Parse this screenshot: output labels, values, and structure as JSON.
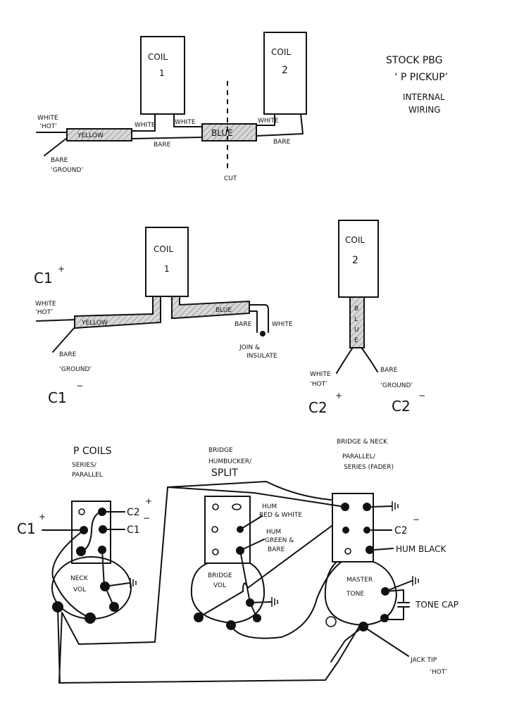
{
  "title": {
    "line1": "STOCK PBG",
    "line2": "‘ P PICKUP’",
    "line3": "INTERNAL",
    "line4": "WIRING"
  },
  "stock": {
    "coil1": {
      "label": "COIL",
      "num": "1"
    },
    "coil2": {
      "label": "COIL",
      "num": "2"
    },
    "yellow": "YELLOW",
    "blue": "BLUE",
    "white_hot_1": "WHITE",
    "white_hot_2": "‘HOT’",
    "bare_ground_1": "BARE",
    "bare_ground_2": "‘GROUND’",
    "white_a": "WHITE",
    "white_b": "WHITE",
    "white_c": "WHITE",
    "bare_a": "BARE",
    "bare_b": "BARE",
    "cut": "CUT"
  },
  "split": {
    "coil1": {
      "label": "COIL",
      "num": "1"
    },
    "coil2": {
      "label": "COIL",
      "num": "2"
    },
    "c1_plus": "C1",
    "c1_minus": "C1",
    "c2_plus": "C2",
    "c2_minus": "C2",
    "plus": "+",
    "minus": "−",
    "white_hot_1": "WHITE",
    "white_hot_2": "‘HOT’",
    "bare_ground_1": "BARE",
    "bare_ground_2": "‘GROUND’",
    "yellow": "YELLOW",
    "blue": "BLUE",
    "blue_vertical": [
      "B",
      "L",
      "U",
      "E"
    ],
    "bare": "BARE",
    "white": "WHITE",
    "join_1": "JOIN &",
    "join_2": "INSULATE",
    "c2_white_1": "WHITE",
    "c2_white_2": "‘HOT’",
    "c2_bare_1": "BARE",
    "c2_bare_2": "‘GROUND’"
  },
  "controls": {
    "neck": {
      "title": "P COILS",
      "sub1": "SERIES/",
      "sub2": "PARALLEL",
      "pot": [
        "NECK",
        "VOL"
      ],
      "c1_plus": "C1",
      "c2_plus": "C2",
      "c1_minus": "C1"
    },
    "bridge": {
      "title1": "BRIDGE",
      "title2": "HUMBUCKER/",
      "title3": "SPLIT",
      "pot": [
        "BRIDGE",
        "VOL"
      ],
      "hum_rw_1": "HUM",
      "hum_rw_2": "RED & WHITE",
      "hum_gb_1": "HUM",
      "hum_gb_2": "GREEN &",
      "hum_gb_3": "BARE"
    },
    "master": {
      "title1": "BRIDGE & NECK",
      "title2": "PARALLEL/",
      "title3": "SERIES (FADER)",
      "pot": [
        "MASTER",
        "TONE"
      ],
      "c2_minus": "C2",
      "hum_black": "HUM BLACK",
      "tone_cap": "TONE CAP",
      "jack_1": "JACK TIP",
      "jack_2": "‘HOT’"
    }
  }
}
